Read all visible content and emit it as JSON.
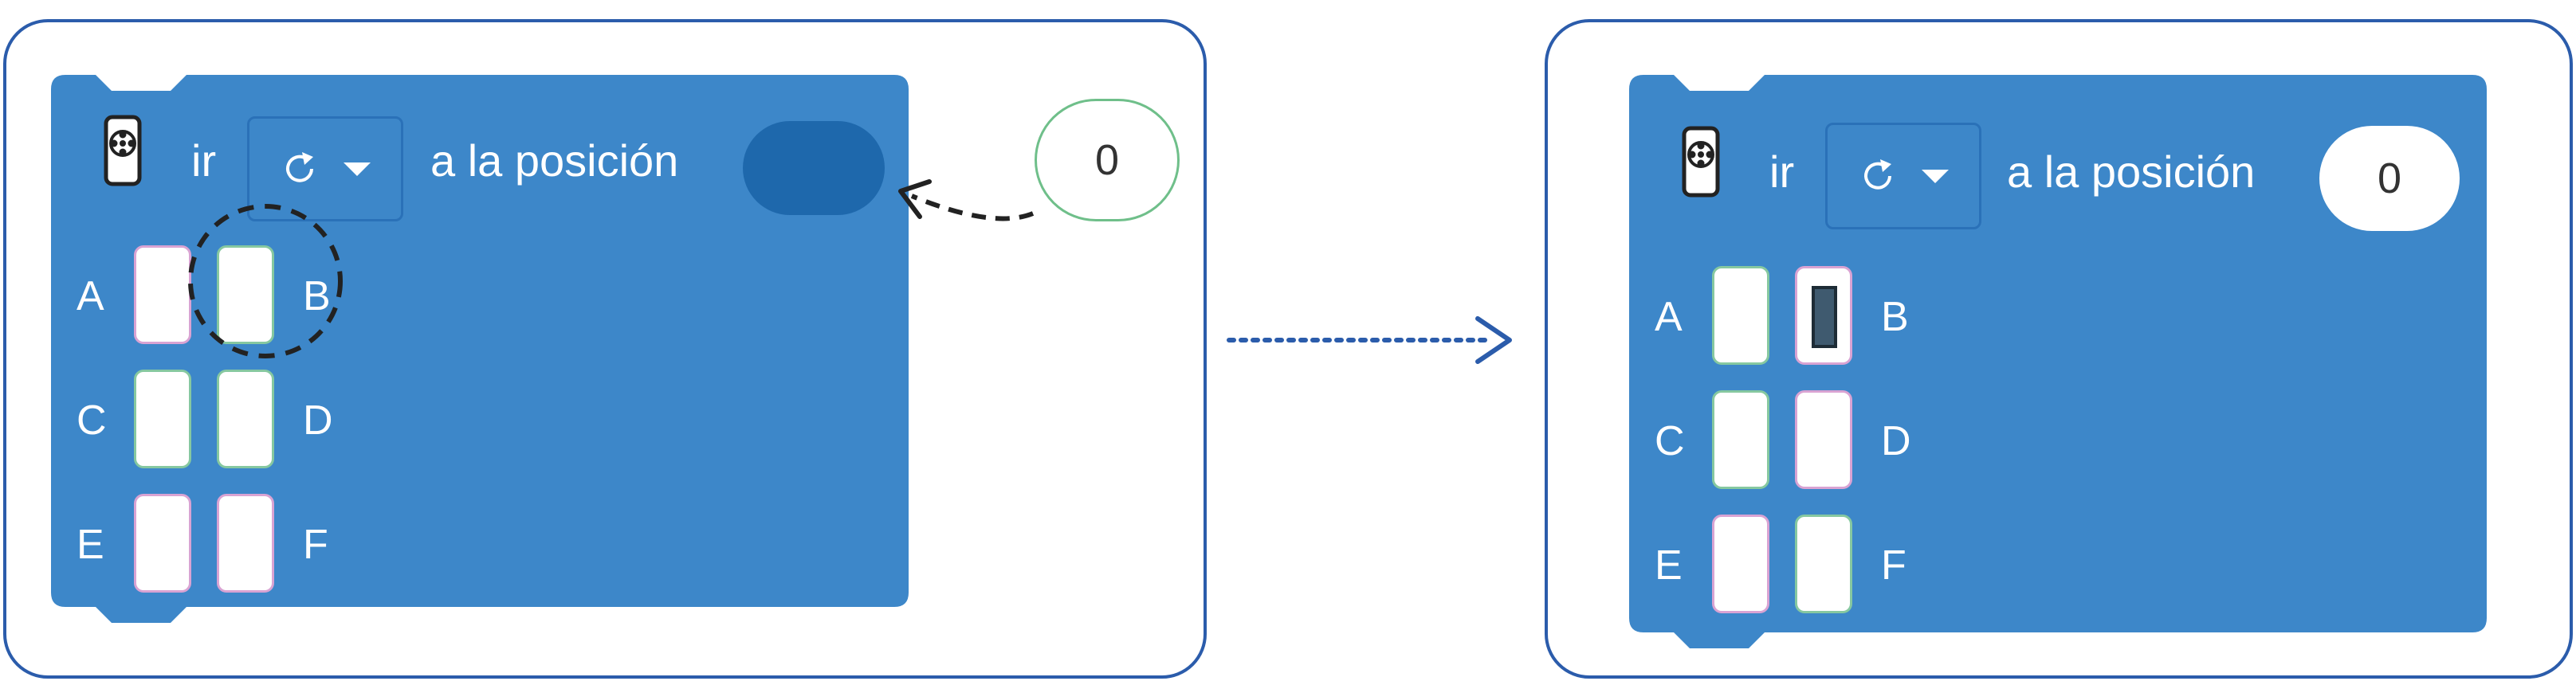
{
  "colors": {
    "block": "#3d87c9",
    "panel_border": "#2b5cab",
    "socket_empty": "#1e68ac"
  },
  "block_label": {
    "verb": "ir",
    "phrase": "a la posición"
  },
  "dropdown": {
    "icon": "refresh-icon",
    "caret": "caret-down-icon"
  },
  "slots": {
    "labels": [
      "A",
      "B",
      "C",
      "D",
      "E",
      "F"
    ]
  },
  "before": {
    "number_value": "0",
    "highlighted_slot": "B",
    "annotations": [
      "dashed-circle",
      "dashed-arrow-to-socket"
    ]
  },
  "after": {
    "socket_value": "0",
    "selected_slot": "B"
  },
  "transition_arrow": "dotted-right-arrow"
}
